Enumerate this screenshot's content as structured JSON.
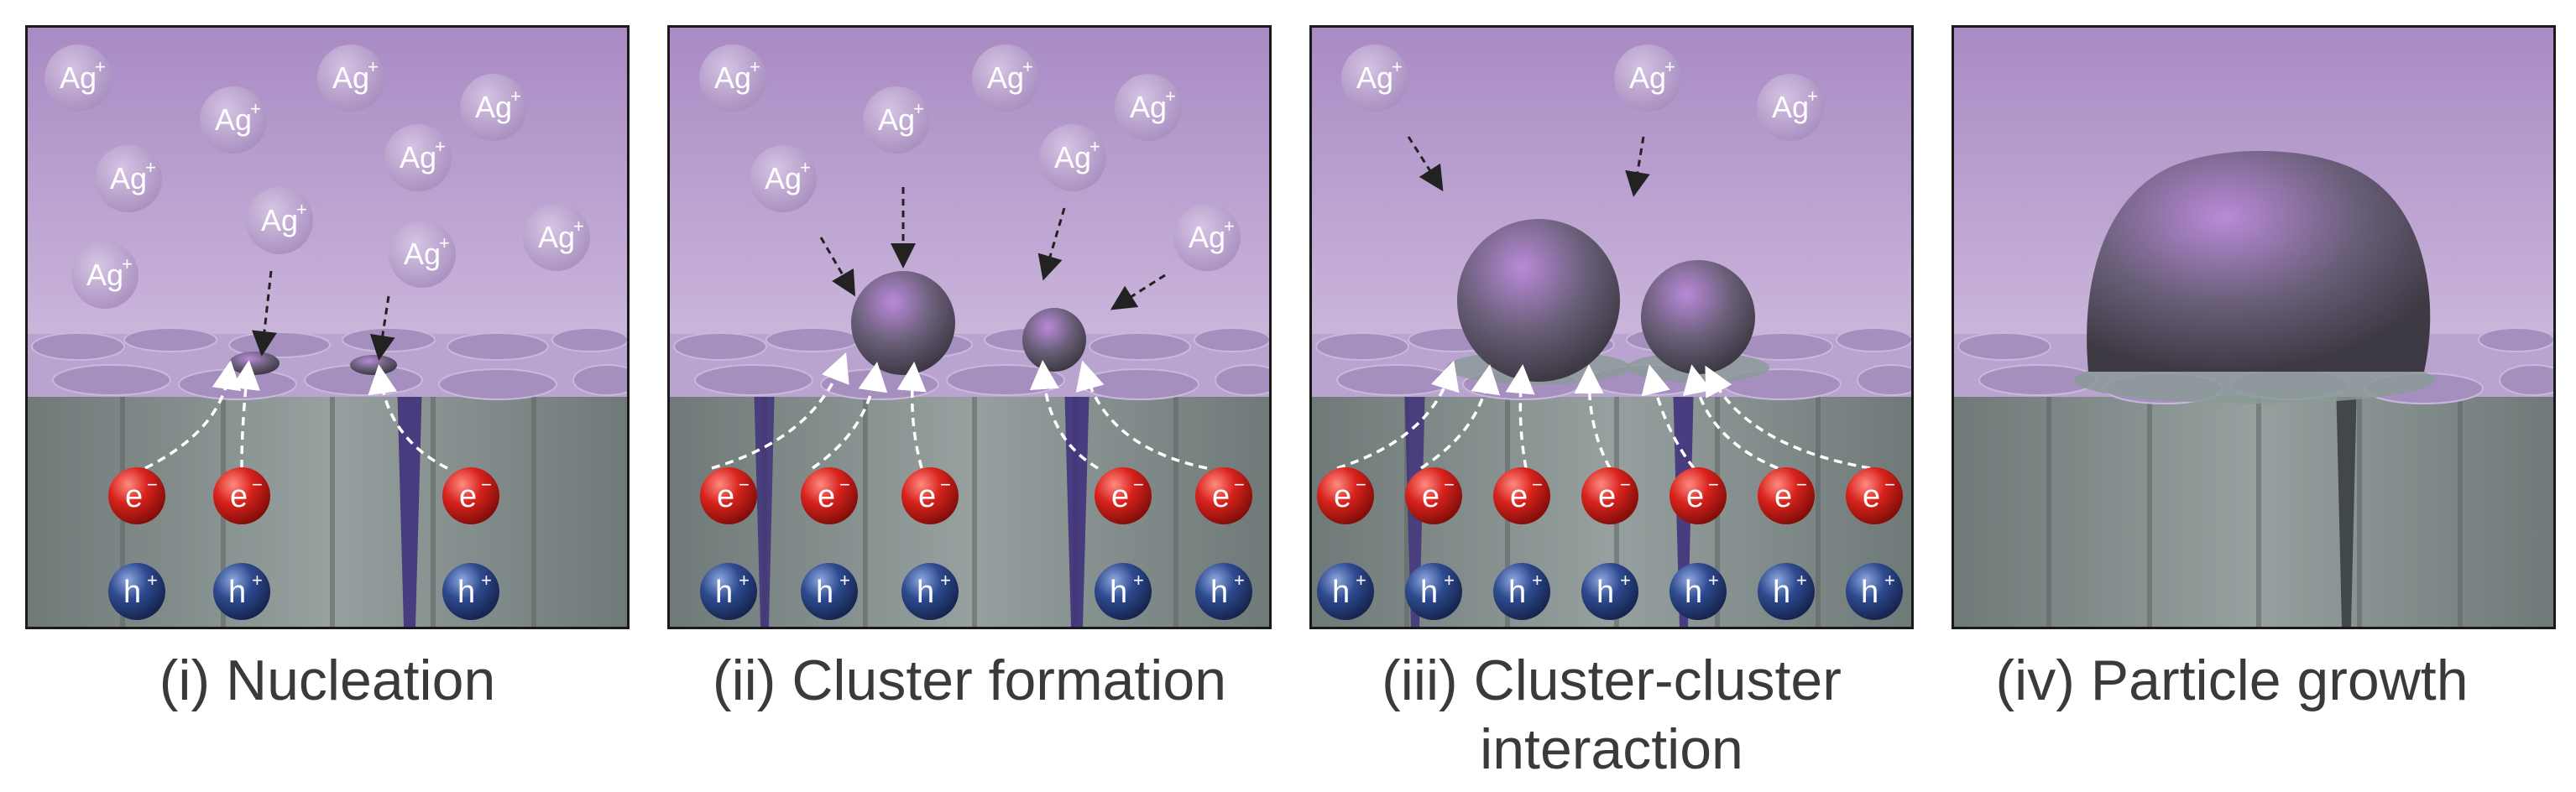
{
  "panels": [
    {
      "caption": "(i) Nucleation"
    },
    {
      "caption": "(ii) Cluster formation"
    },
    {
      "caption": "(iii) Cluster-cluster\ninteraction"
    },
    {
      "caption": "(iv) Particle growth"
    }
  ],
  "labels": {
    "ion_base": "Ag",
    "ion_sup": "+",
    "electron_base": "e",
    "electron_sup": "−",
    "hole_base": "h",
    "hole_sup": "+"
  },
  "colors": {
    "solution_top": "#a98ac4",
    "solution_bottom": "#e9def0",
    "surface": "#b9a4cf",
    "column": "#7f8b8a",
    "electron": "#d8231d",
    "hole": "#2e4a8f",
    "particle": "#6a5f7a"
  }
}
